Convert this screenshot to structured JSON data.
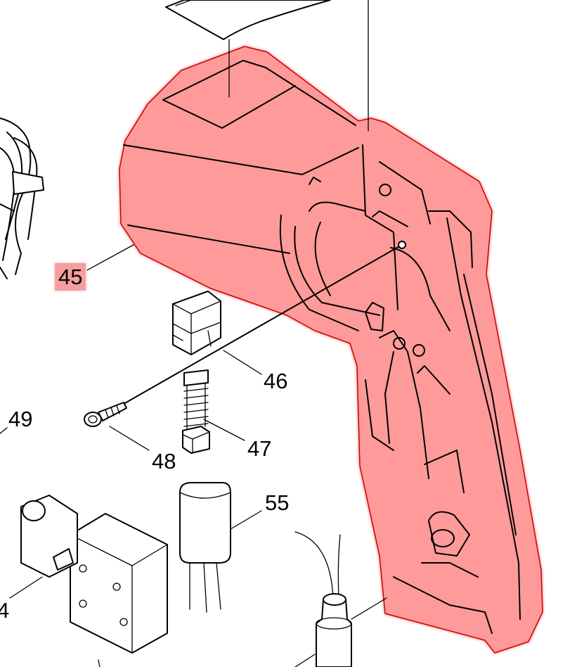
{
  "highlight": {
    "part_number": "45",
    "color": "#ff8f8f",
    "outline_color": "#ff1a1a"
  },
  "callouts": [
    {
      "key": "45",
      "label": "45",
      "highlighted": true
    },
    {
      "key": "46",
      "label": "46",
      "highlighted": false
    },
    {
      "key": "47",
      "label": "47",
      "highlighted": false
    },
    {
      "key": "48",
      "label": "48",
      "highlighted": false
    },
    {
      "key": "49",
      "label": "49",
      "highlighted": false
    },
    {
      "key": "55",
      "label": "55",
      "highlighted": false
    },
    {
      "key": "54",
      "label": "4",
      "highlighted": false
    }
  ]
}
